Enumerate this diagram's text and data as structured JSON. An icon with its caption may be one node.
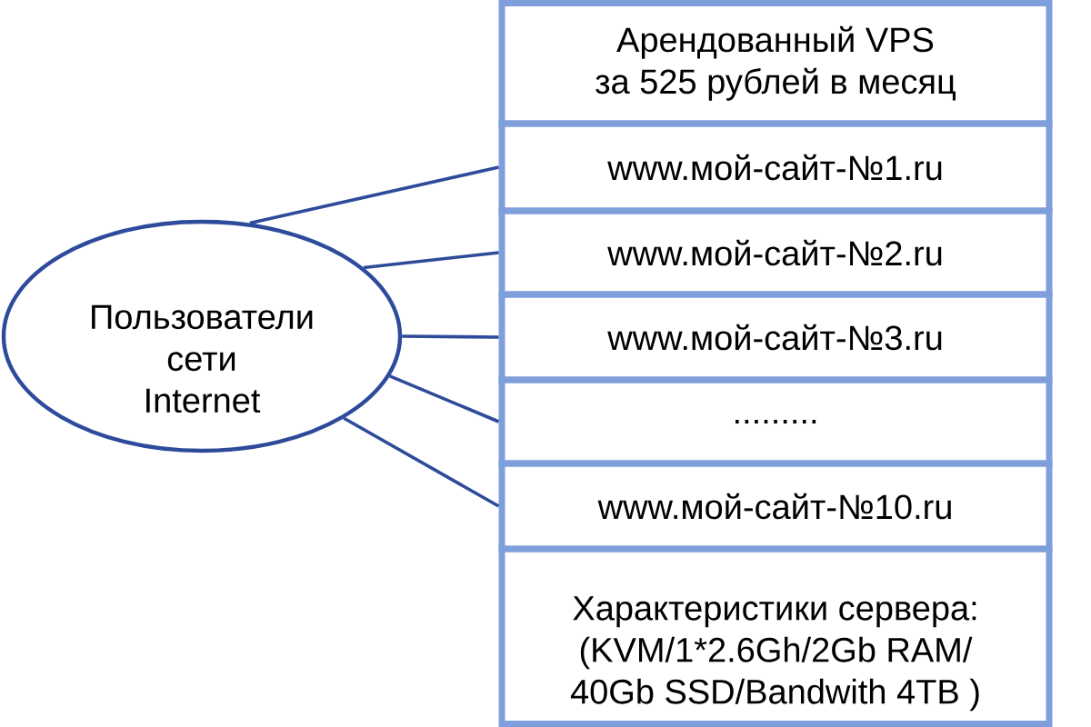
{
  "diagram": {
    "nodes": [
      {
        "text": [
          "Арендованный VPS за 525 рублей в месяц"
        ]
      },
      {
        "text": [
          "www.мой-сайт-№1.ru"
        ]
      },
      {
        "text": [
          "www.мой-сайт-№2.ru"
        ]
      },
      {
        "text": [
          "www.мой-сайт-№3.ru"
        ]
      },
      {
        "text": [
          "........."
        ]
      },
      {
        "text": [
          "www.мой-сайт-№10.ru"
        ]
      },
      {
        "text": [
          "Характеристики сервера: (KVM/1*2.6Gh/2Gb RAM/ 40Gb SSD/Bandwith 4TB )"
        ]
      },
      {
        "text": [
          "Пользователи сети Internet"
        ]
      }
    ],
    "edges": [
      {
        "from": 7,
        "to": 1,
        "arrow": "none"
      },
      {
        "from": 7,
        "to": 2,
        "arrow": "none"
      },
      {
        "from": 7,
        "to": 3,
        "arrow": "none"
      },
      {
        "from": 7,
        "to": 4,
        "arrow": "none"
      },
      {
        "from": 7,
        "to": 5,
        "arrow": "none"
      }
    ]
  }
}
